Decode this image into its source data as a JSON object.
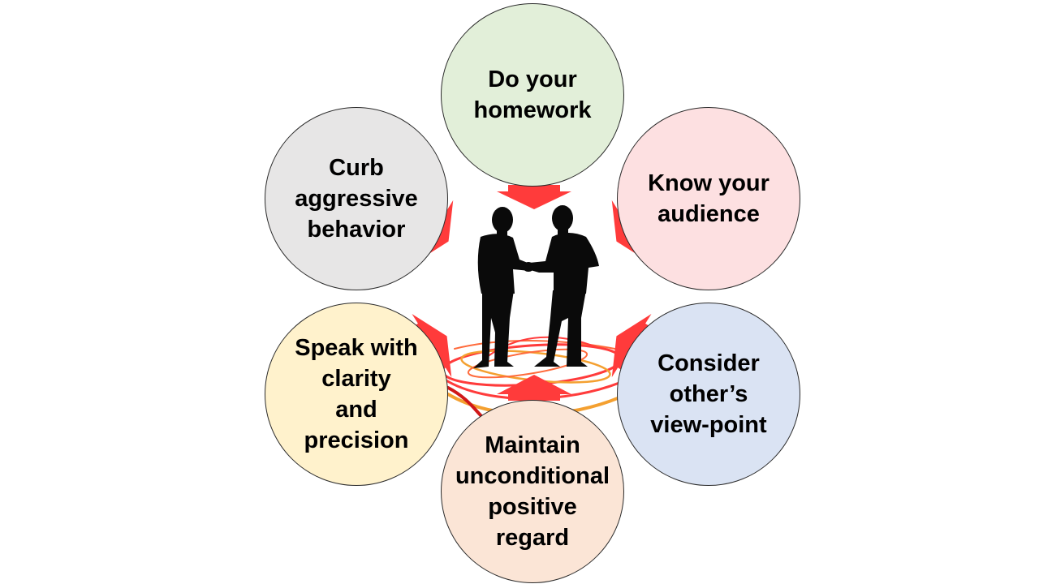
{
  "diagram": {
    "nodes": [
      {
        "id": "homework",
        "label": "Do your\nhomework",
        "fill": "#e2efd9"
      },
      {
        "id": "audience",
        "label": "Know your\naudience",
        "fill": "#fde0e1"
      },
      {
        "id": "viewpoint",
        "label": "Consider\nother’s\nview-point",
        "fill": "#dae3f3"
      },
      {
        "id": "regard",
        "label": "Maintain\nunconditional\npositive\nregard",
        "fill": "#fbe5d6"
      },
      {
        "id": "clarity",
        "label": "Speak with\nclarity\nand\nprecision",
        "fill": "#fff2cc"
      },
      {
        "id": "aggressive",
        "label": "Curb\naggressive\nbehavior",
        "fill": "#e7e6e6"
      }
    ],
    "center_image": "two-people-handshake-silhouette",
    "arrow_color": "#ff3b3b",
    "swirl_colors": [
      "#ff3b3b",
      "#f4a030"
    ]
  }
}
